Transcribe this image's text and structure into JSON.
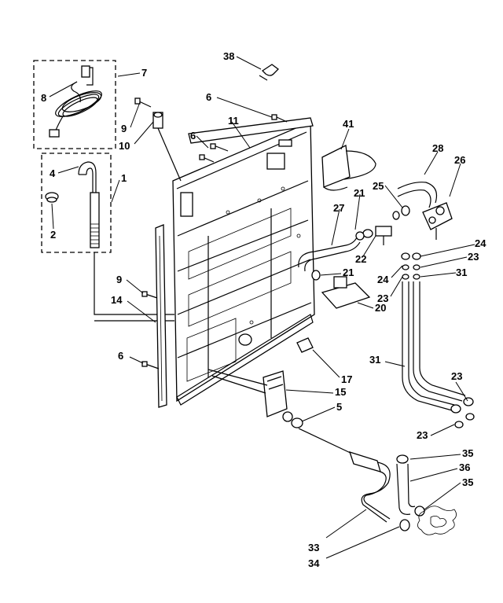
{
  "diagram": {
    "callouts": [
      {
        "id": "c38",
        "text": "38"
      },
      {
        "id": "c7",
        "text": "7"
      },
      {
        "id": "c8",
        "text": "8"
      },
      {
        "id": "c6a",
        "text": "6"
      },
      {
        "id": "c9a",
        "text": "9"
      },
      {
        "id": "c10",
        "text": "10"
      },
      {
        "id": "c11",
        "text": "11"
      },
      {
        "id": "c6b",
        "text": "6"
      },
      {
        "id": "c41",
        "text": "41"
      },
      {
        "id": "c28",
        "text": "28"
      },
      {
        "id": "c26",
        "text": "26"
      },
      {
        "id": "c4",
        "text": "4"
      },
      {
        "id": "c1",
        "text": "1"
      },
      {
        "id": "c2",
        "text": "2"
      },
      {
        "id": "c25",
        "text": "25"
      },
      {
        "id": "c21a",
        "text": "21"
      },
      {
        "id": "c27",
        "text": "27"
      },
      {
        "id": "c22",
        "text": "22"
      },
      {
        "id": "c24a",
        "text": "24"
      },
      {
        "id": "c23a",
        "text": "23"
      },
      {
        "id": "c31a",
        "text": "31"
      },
      {
        "id": "c21b",
        "text": "21"
      },
      {
        "id": "c24b",
        "text": "24"
      },
      {
        "id": "c23b",
        "text": "23"
      },
      {
        "id": "c9b",
        "text": "9"
      },
      {
        "id": "c14",
        "text": "14"
      },
      {
        "id": "c20",
        "text": "20"
      },
      {
        "id": "c6c",
        "text": "6"
      },
      {
        "id": "c17",
        "text": "17"
      },
      {
        "id": "c31b",
        "text": "31"
      },
      {
        "id": "c23c",
        "text": "23"
      },
      {
        "id": "c15",
        "text": "15"
      },
      {
        "id": "c5",
        "text": "5"
      },
      {
        "id": "c23d",
        "text": "23"
      },
      {
        "id": "c35a",
        "text": "35"
      },
      {
        "id": "c36",
        "text": "36"
      },
      {
        "id": "c35b",
        "text": "35"
      },
      {
        "id": "c33",
        "text": "33"
      },
      {
        "id": "c34",
        "text": "34"
      }
    ]
  }
}
